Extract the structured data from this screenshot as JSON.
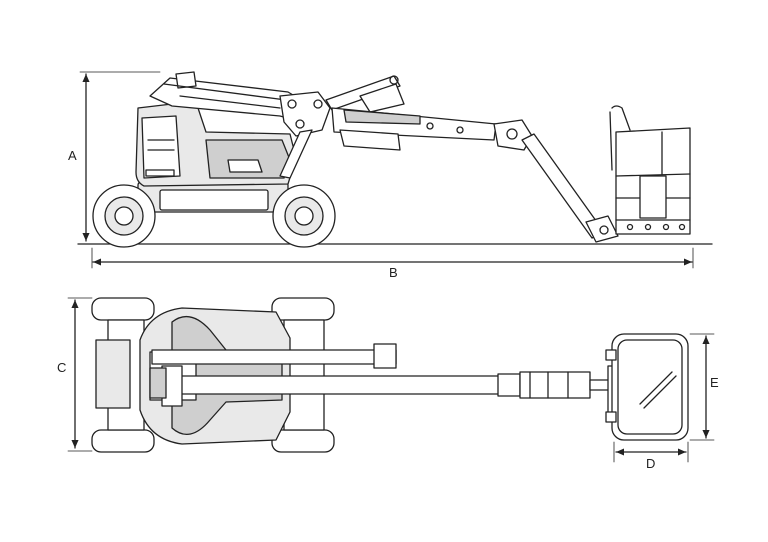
{
  "dimensions": {
    "height": "A",
    "length": "B",
    "width": "C",
    "platform_depth": "D",
    "platform_width": "E"
  },
  "colors": {
    "line": "#222222",
    "body_fill": "#e9e9e9",
    "dark_fill": "#cfcfcf",
    "background": "#ffffff"
  }
}
